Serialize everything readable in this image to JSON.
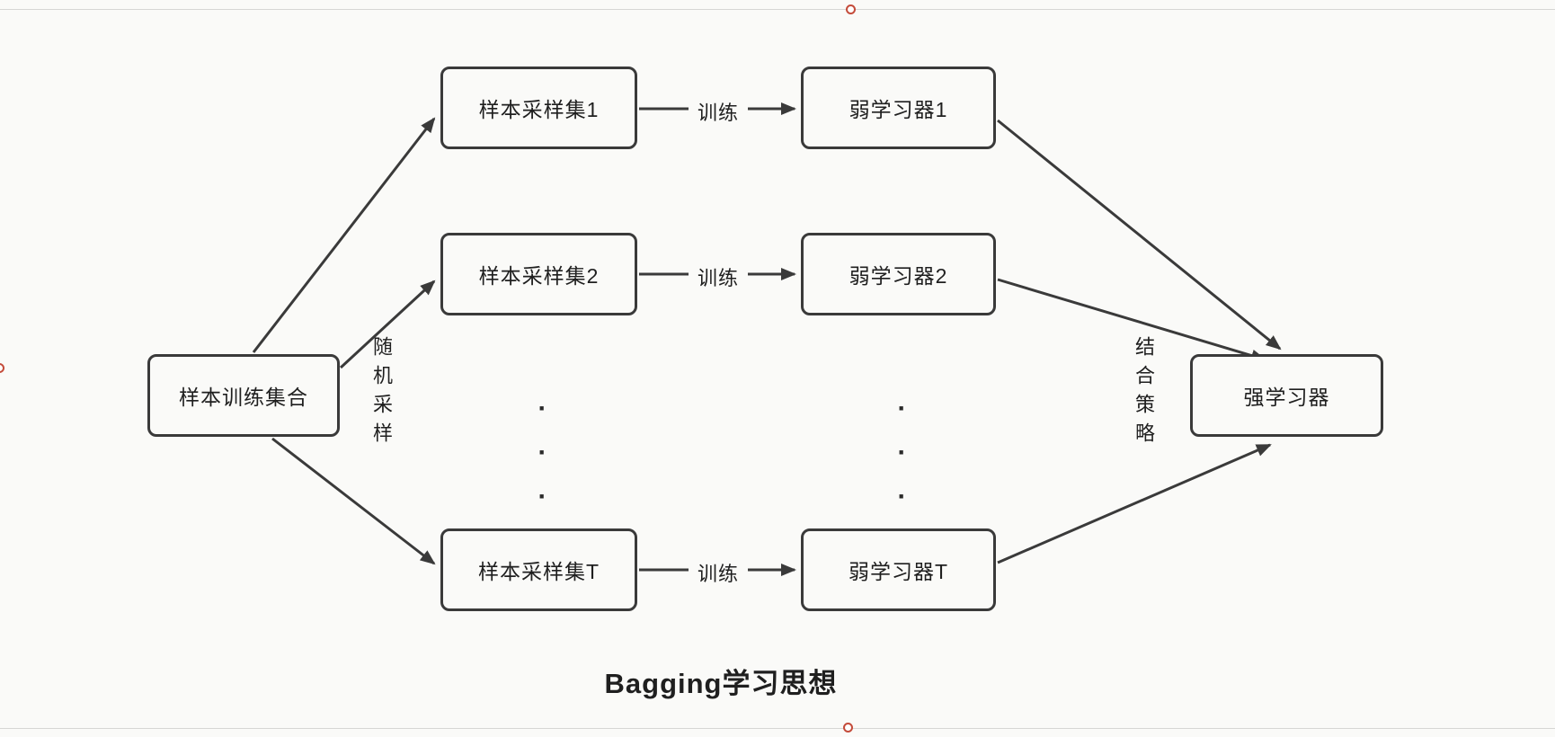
{
  "diagram": {
    "title": "Bagging学习思想",
    "nodes": {
      "source": "样本训练集合",
      "sample1": "样本采样集1",
      "sample2": "样本采样集2",
      "sampleT": "样本采样集T",
      "weak1": "弱学习器1",
      "weak2": "弱学习器2",
      "weakT": "弱学习器T",
      "strong": "强学习器"
    },
    "edge_labels": {
      "random_sampling": "随机采样",
      "train": "训练",
      "combine_strategy": "结合策略"
    },
    "dots": "···",
    "colors": {
      "stroke": "#3a3a3a",
      "handle": "#c44b3a",
      "background": "#fafaf8"
    }
  }
}
